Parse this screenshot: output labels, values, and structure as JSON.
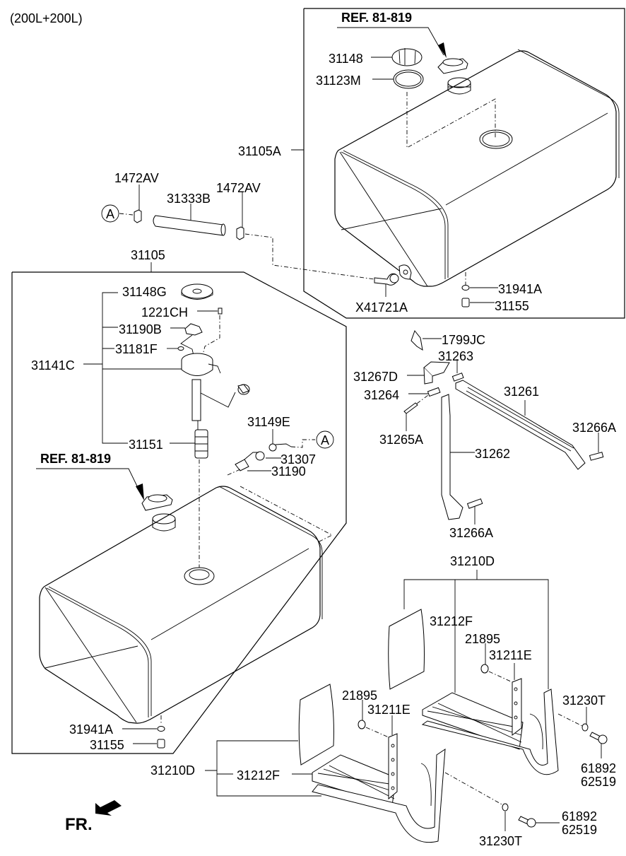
{
  "title": "(200L+200L)",
  "direction_label": "FR.",
  "callout_marker": "A",
  "reference_labels": {
    "upper": "REF. 81-819",
    "lower": "REF. 81-819"
  },
  "groups": {
    "upper_tank": "31105A",
    "lower_tank": "31105",
    "sender_assembly": "31141C",
    "step_assembly_upper": "31210D",
    "step_assembly_lower": "31210D"
  },
  "parts": {
    "cap": "31148",
    "gasket": "31123M",
    "clip_left": "1472AV",
    "hose": "31333B",
    "clip_right": "1472AV",
    "fitting": "X41721A",
    "washer_upper": "31941A",
    "drain_plug_upper": "31155",
    "sender_gasket": "31148G",
    "screw": "1221CH",
    "connector": "31190B",
    "clip": "31181F",
    "float": "31151",
    "union_washer": "31149E",
    "union_seal": "31307",
    "union": "31190",
    "washer_lower": "31941A",
    "drain_plug_lower": "31155",
    "bracket_clip": "1799JC",
    "bracket_pin": "31263",
    "bracket_cover": "31267D",
    "bracket_spacer": "31264",
    "bracket_bolt": "31265A",
    "strap_upper": "31261",
    "strap_pin_right": "31266A",
    "strap_lower": "31262",
    "strap_pin_bottom": "31266A",
    "step_plate_upper": "31212F",
    "nut_upper": "21895",
    "step_bracket_upper": "31211E",
    "step_washer_upper": "31230T",
    "step_bolt_upper_a": "61892",
    "step_bolt_upper_b": "62519",
    "nut_lower": "21895",
    "step_bracket_lower": "31211E",
    "step_plate_lower": "31212F",
    "step_washer_lower": "31230T",
    "step_bolt_lower_a": "61892",
    "step_bolt_lower_b": "62519"
  }
}
